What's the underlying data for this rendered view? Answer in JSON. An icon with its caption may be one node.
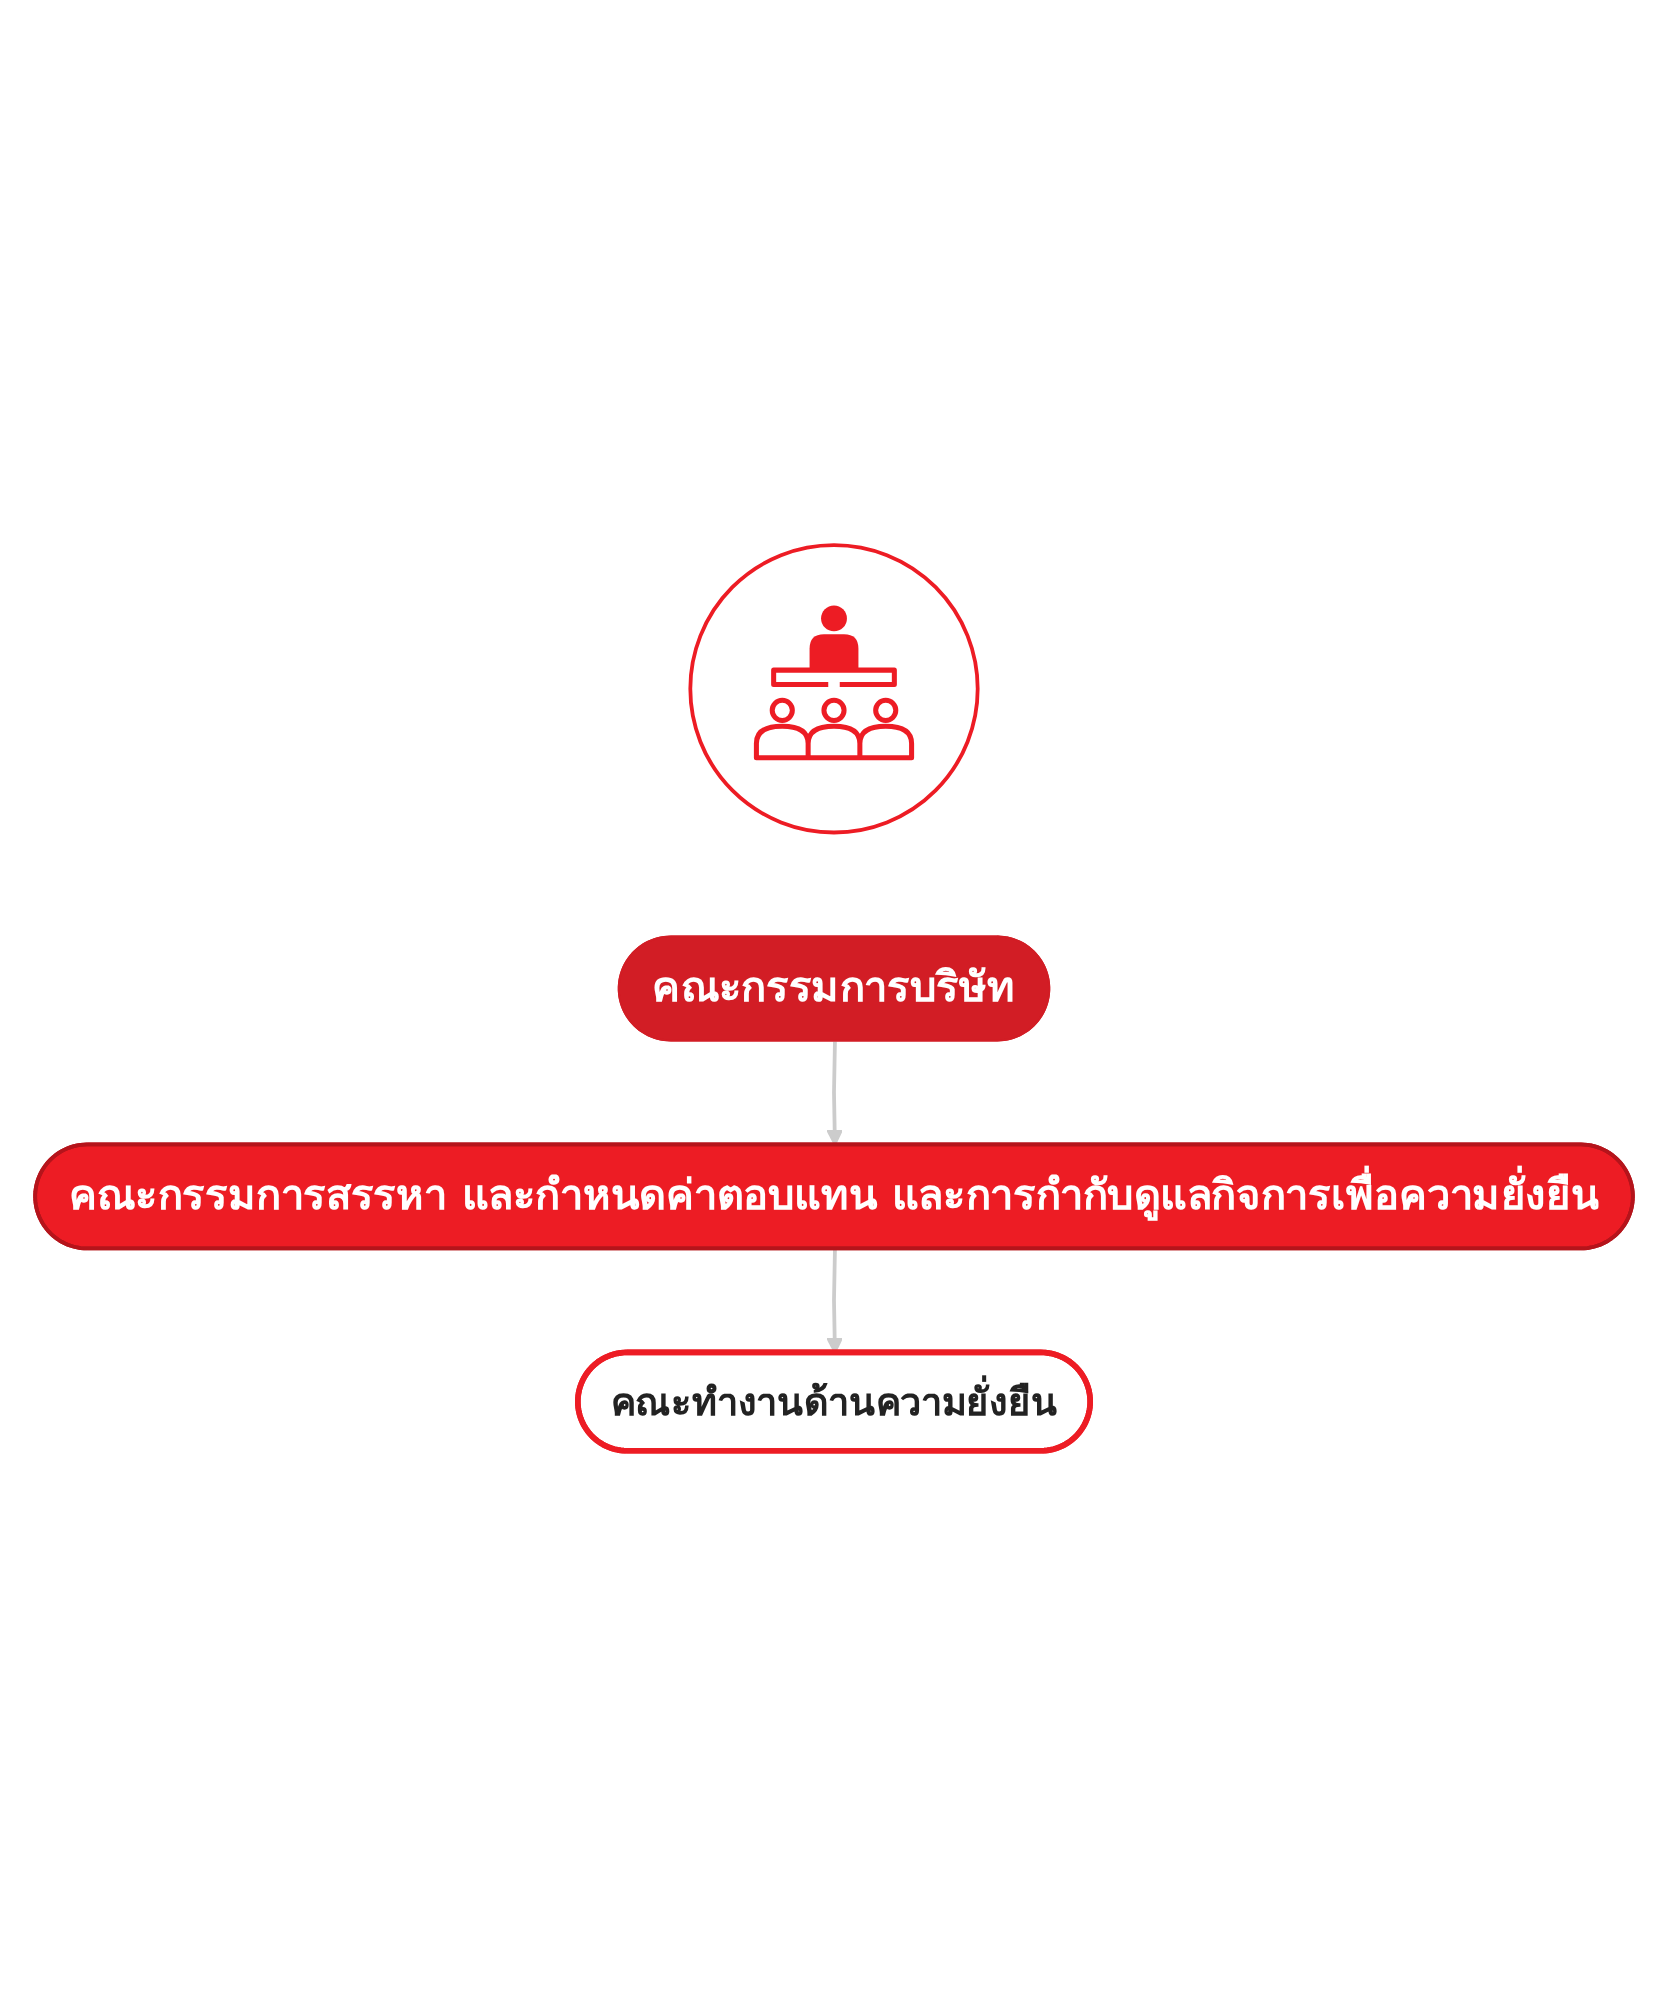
{
  "diagram": {
    "nodes": [
      {
        "text": [],
        "shape": "picture"
      },
      {
        "text": [
          "คณะกรรมการบริษัท"
        ]
      },
      {
        "text": [
          "คณะกรรมการสรรหา และกำหนดค่าตอบแทน และการกำกับดูแลกิจการเพื่อความยั่งยืน"
        ]
      },
      {
        "text": [
          "คณะทำงานด้านความยั่งยืน"
        ]
      }
    ],
    "edges": [
      {
        "from": 1,
        "to": 2,
        "arrow": "to"
      },
      {
        "from": 2,
        "to": 3,
        "arrow": "to"
      }
    ]
  }
}
